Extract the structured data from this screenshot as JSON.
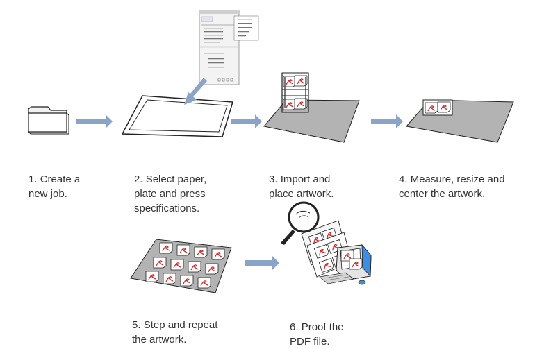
{
  "steps": [
    {
      "number": "1.",
      "label": "Create a\nnew job.",
      "icon": "folder-icon"
    },
    {
      "number": "2.",
      "label": "Select paper,\nplate and press\nspecifications.",
      "icon": "paper-plate-icon"
    },
    {
      "number": "3.",
      "label": "Import and\nplace artwork.",
      "icon": "import-artwork-icon"
    },
    {
      "number": "4.",
      "label": "Measure, resize and\ncenter the artwork.",
      "icon": "centered-artwork-icon"
    },
    {
      "number": "5.",
      "label": "Step and repeat\nthe artwork.",
      "icon": "step-repeat-icon"
    },
    {
      "number": "6.",
      "label": "Proof the\nPDF file.",
      "icon": "proof-monitor-icon"
    }
  ],
  "colors": {
    "arrow": "#8aa4c8",
    "plate": "#b3b3b3",
    "outline": "#222222",
    "artwork_red": "#d62a2a",
    "monitor_blue": "#3d8ee0",
    "text": "#333333"
  }
}
